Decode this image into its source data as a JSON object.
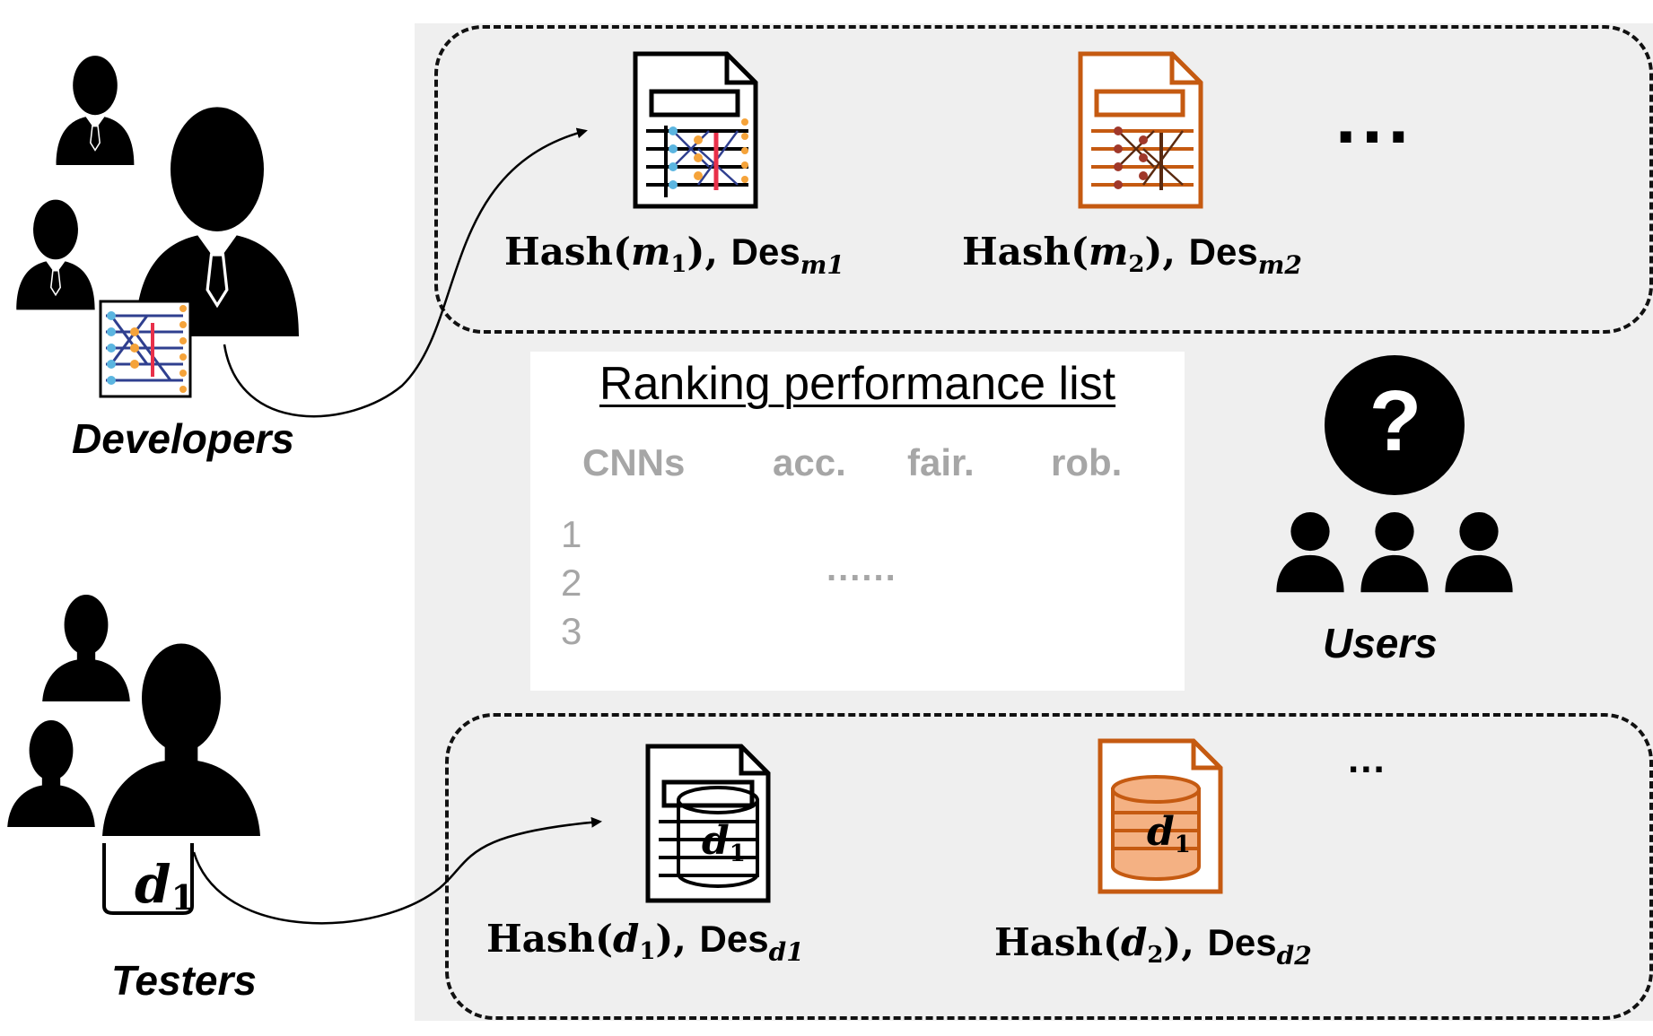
{
  "ranking": {
    "title": "Ranking performance list",
    "columns": [
      "CNNs",
      "acc.",
      "fair.",
      "rob."
    ],
    "rows": [
      "1",
      "2",
      "3"
    ],
    "placeholder": "......"
  },
  "models": [
    {
      "hash": "Hash",
      "var": "m",
      "sub": "1",
      "des": "Des",
      "des_sub": "m1"
    },
    {
      "hash": "Hash",
      "var": "m",
      "sub": "2",
      "des": "Des",
      "des_sub": "m2"
    }
  ],
  "models_more": "...",
  "datasets": [
    {
      "hash": "Hash",
      "var": "d",
      "sub": "1",
      "des": "Des",
      "des_sub": "d1"
    },
    {
      "hash": "Hash",
      "var": "d",
      "sub": "2",
      "des": "Des",
      "des_sub": "d2"
    }
  ],
  "datasets_more": "...",
  "dataset_icon_label": {
    "var": "d",
    "sub": "1"
  },
  "roles": {
    "developers": "Developers",
    "testers": "Testers",
    "users": "Users",
    "question_mark": "?"
  },
  "colors": {
    "background_panel": "#efefef",
    "orange": "#c55a11",
    "orange_fill": "#f4b183",
    "wire_blue": "#2f3f8f",
    "node_blue": "#5bb5e0",
    "node_orange": "#f5a33a",
    "bar_red": "#e8304a",
    "gray_text": "#a6a6a6"
  }
}
